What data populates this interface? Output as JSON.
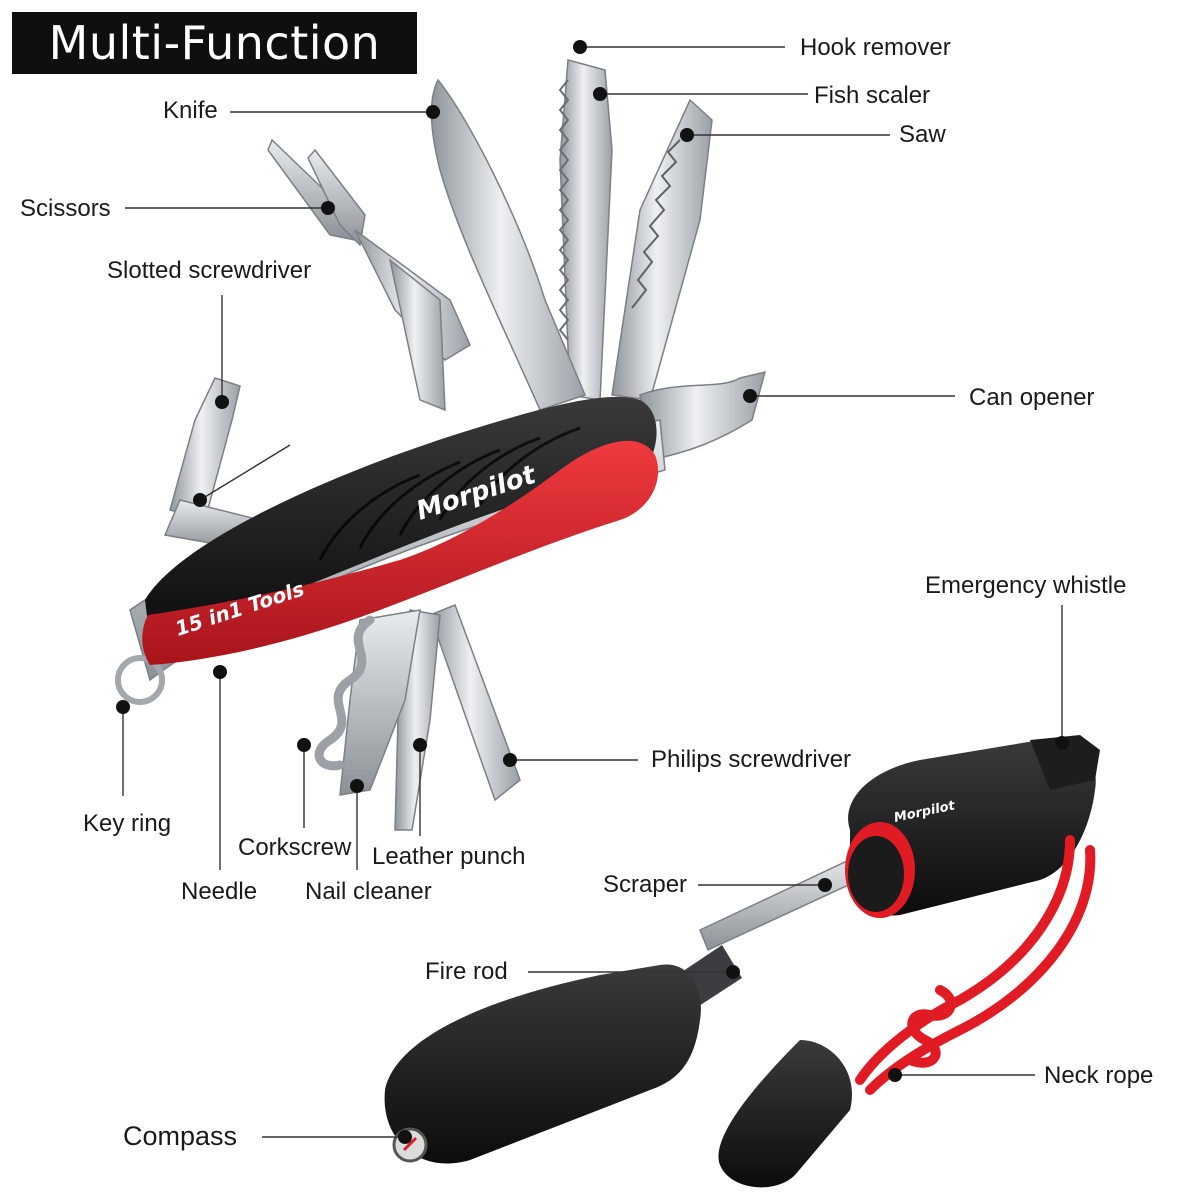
{
  "title": "Multi-Function",
  "brand": {
    "logo": "Morpilot",
    "tagline": "15 in1 Tools",
    "whistle_logo": "Morpilot"
  },
  "colors": {
    "handle_red": "#d6202a",
    "handle_black": "#141414",
    "steel": "#c9cdd1",
    "rope_red": "#e01b24"
  },
  "labels": {
    "hook_remover": "Hook remover",
    "fish_scaler": "Fish scaler",
    "saw": "Saw",
    "knife": "Knife",
    "scissors": "Scissors",
    "slotted_screwdriver": "Slotted screwdriver",
    "can_opener": "Can opener",
    "emergency_whistle": "Emergency whistle",
    "key_ring": "Key ring",
    "corkscrew": "Corkscrew",
    "leather_punch": "Leather punch",
    "philips_screwdriver": "Philips screwdriver",
    "needle": "Needle",
    "nail_cleaner": "Nail cleaner",
    "scraper": "Scraper",
    "fire_rod": "Fire rod",
    "neck_rope": "Neck rope",
    "compass": "Compass"
  }
}
